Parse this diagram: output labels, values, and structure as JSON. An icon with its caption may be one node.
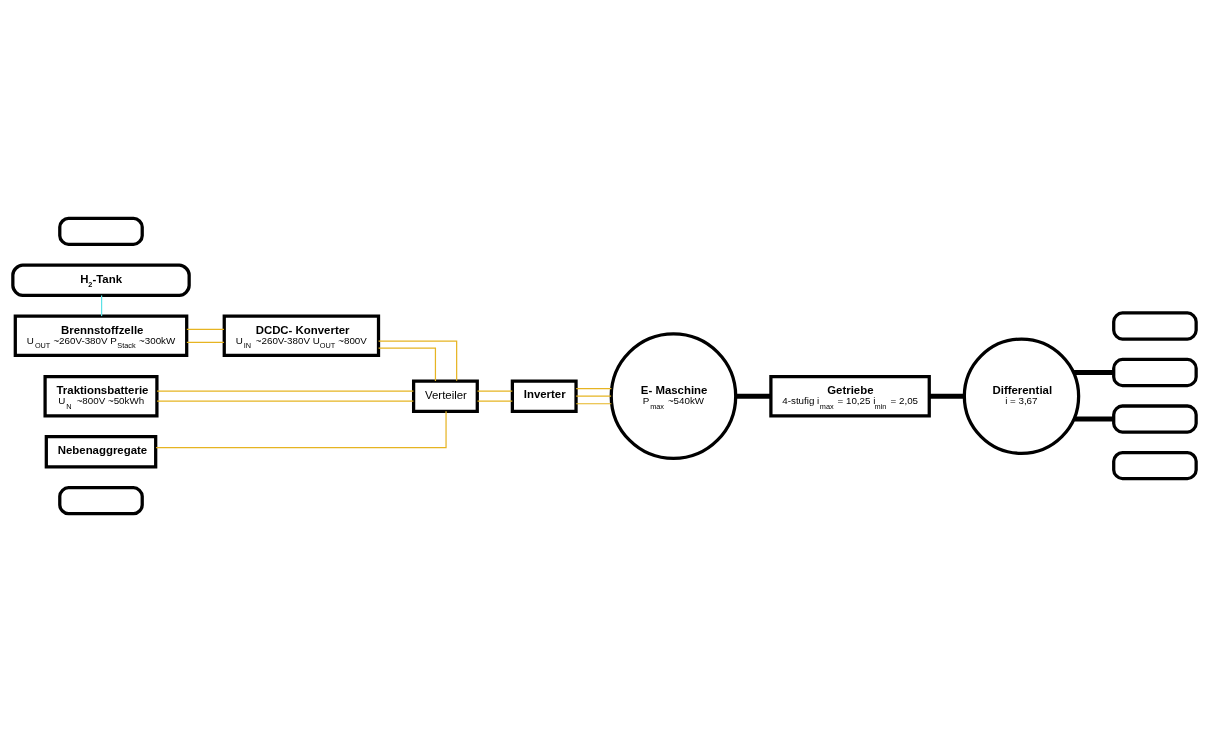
{
  "diagram": {
    "nodes": [
      {
        "text": [],
        "shape": "box"
      },
      {
        "text": [],
        "shape": "box"
      },
      {
        "text": [],
        "shape": "box"
      },
      {
        "text": [
          "Brennstoffzelle",
          "U$_{OUT}$ ~260V-380V P$_{Stack}$ ~300kW"
        ]
      },
      {
        "text": [
          "DCDC- Konverter",
          "U$_{IN}$ ~260V-380V U$_{OUT}$ ~800V"
        ]
      },
      {
        "text": [
          "Traktionsbatterie",
          "U$_{N}$ ~800V ~50kWh"
        ]
      },
      {
        "text": [
          "Verteiler"
        ]
      },
      {
        "text": [
          "Inverter"
        ]
      },
      {
        "text": [
          "E- Maschine",
          "P$_{max}$ ~540kW"
        ]
      },
      {
        "text": [
          "Getriebe",
          "4-stufig i$_{max}$ = 10,25 i$_{min}$ = 2,05"
        ]
      },
      {
        "text": [
          "Differential",
          "i = 3,67"
        ]
      },
      {
        "text": [
          "Nebenaggregate"
        ]
      },
      {
        "text": [
          "H$_{2}$-Tank"
        ]
      },
      {
        "text": [],
        "shape": "box"
      },
      {
        "text": [],
        "shape": "box"
      },
      {
        "text": [],
        "shape": "box"
      }
    ],
    "edges": [
      {
        "from": 3,
        "to": 4,
        "arrow": "none"
      },
      {
        "from": 3,
        "to": 4,
        "arrow": "none"
      },
      {
        "from": 4,
        "to": 6,
        "arrow": "none"
      },
      {
        "from": 4,
        "to": 6,
        "arrow": "none"
      },
      {
        "from": 5,
        "to": 6,
        "arrow": "none"
      },
      {
        "from": 5,
        "to": 6,
        "arrow": "none"
      },
      {
        "from": 11,
        "to": 6,
        "arrow": "none"
      },
      {
        "from": 6,
        "to": 7,
        "arrow": "none"
      },
      {
        "from": 6,
        "to": 7,
        "arrow": "none"
      },
      {
        "from": 7,
        "to": 8,
        "arrow": "none"
      },
      {
        "from": 7,
        "to": 8,
        "arrow": "none"
      },
      {
        "from": 7,
        "to": 8,
        "arrow": "none"
      },
      {
        "from": 8,
        "to": 9,
        "arrow": "none",
        "style": "thick",
        "color": "#000000"
      },
      {
        "from": 9,
        "to": 10,
        "arrow": "none",
        "style": "thick",
        "color": "#000000"
      },
      {
        "from": 10,
        "to": 2,
        "arrow": "none",
        "style": "thick",
        "color": "#000000"
      },
      {
        "from": 10,
        "to": 14,
        "arrow": "none",
        "style": "thick",
        "color": "#000000"
      },
      {
        "from": 12,
        "to": 3,
        "arrow": "none",
        "color": "#5ce1e6"
      }
    ]
  }
}
